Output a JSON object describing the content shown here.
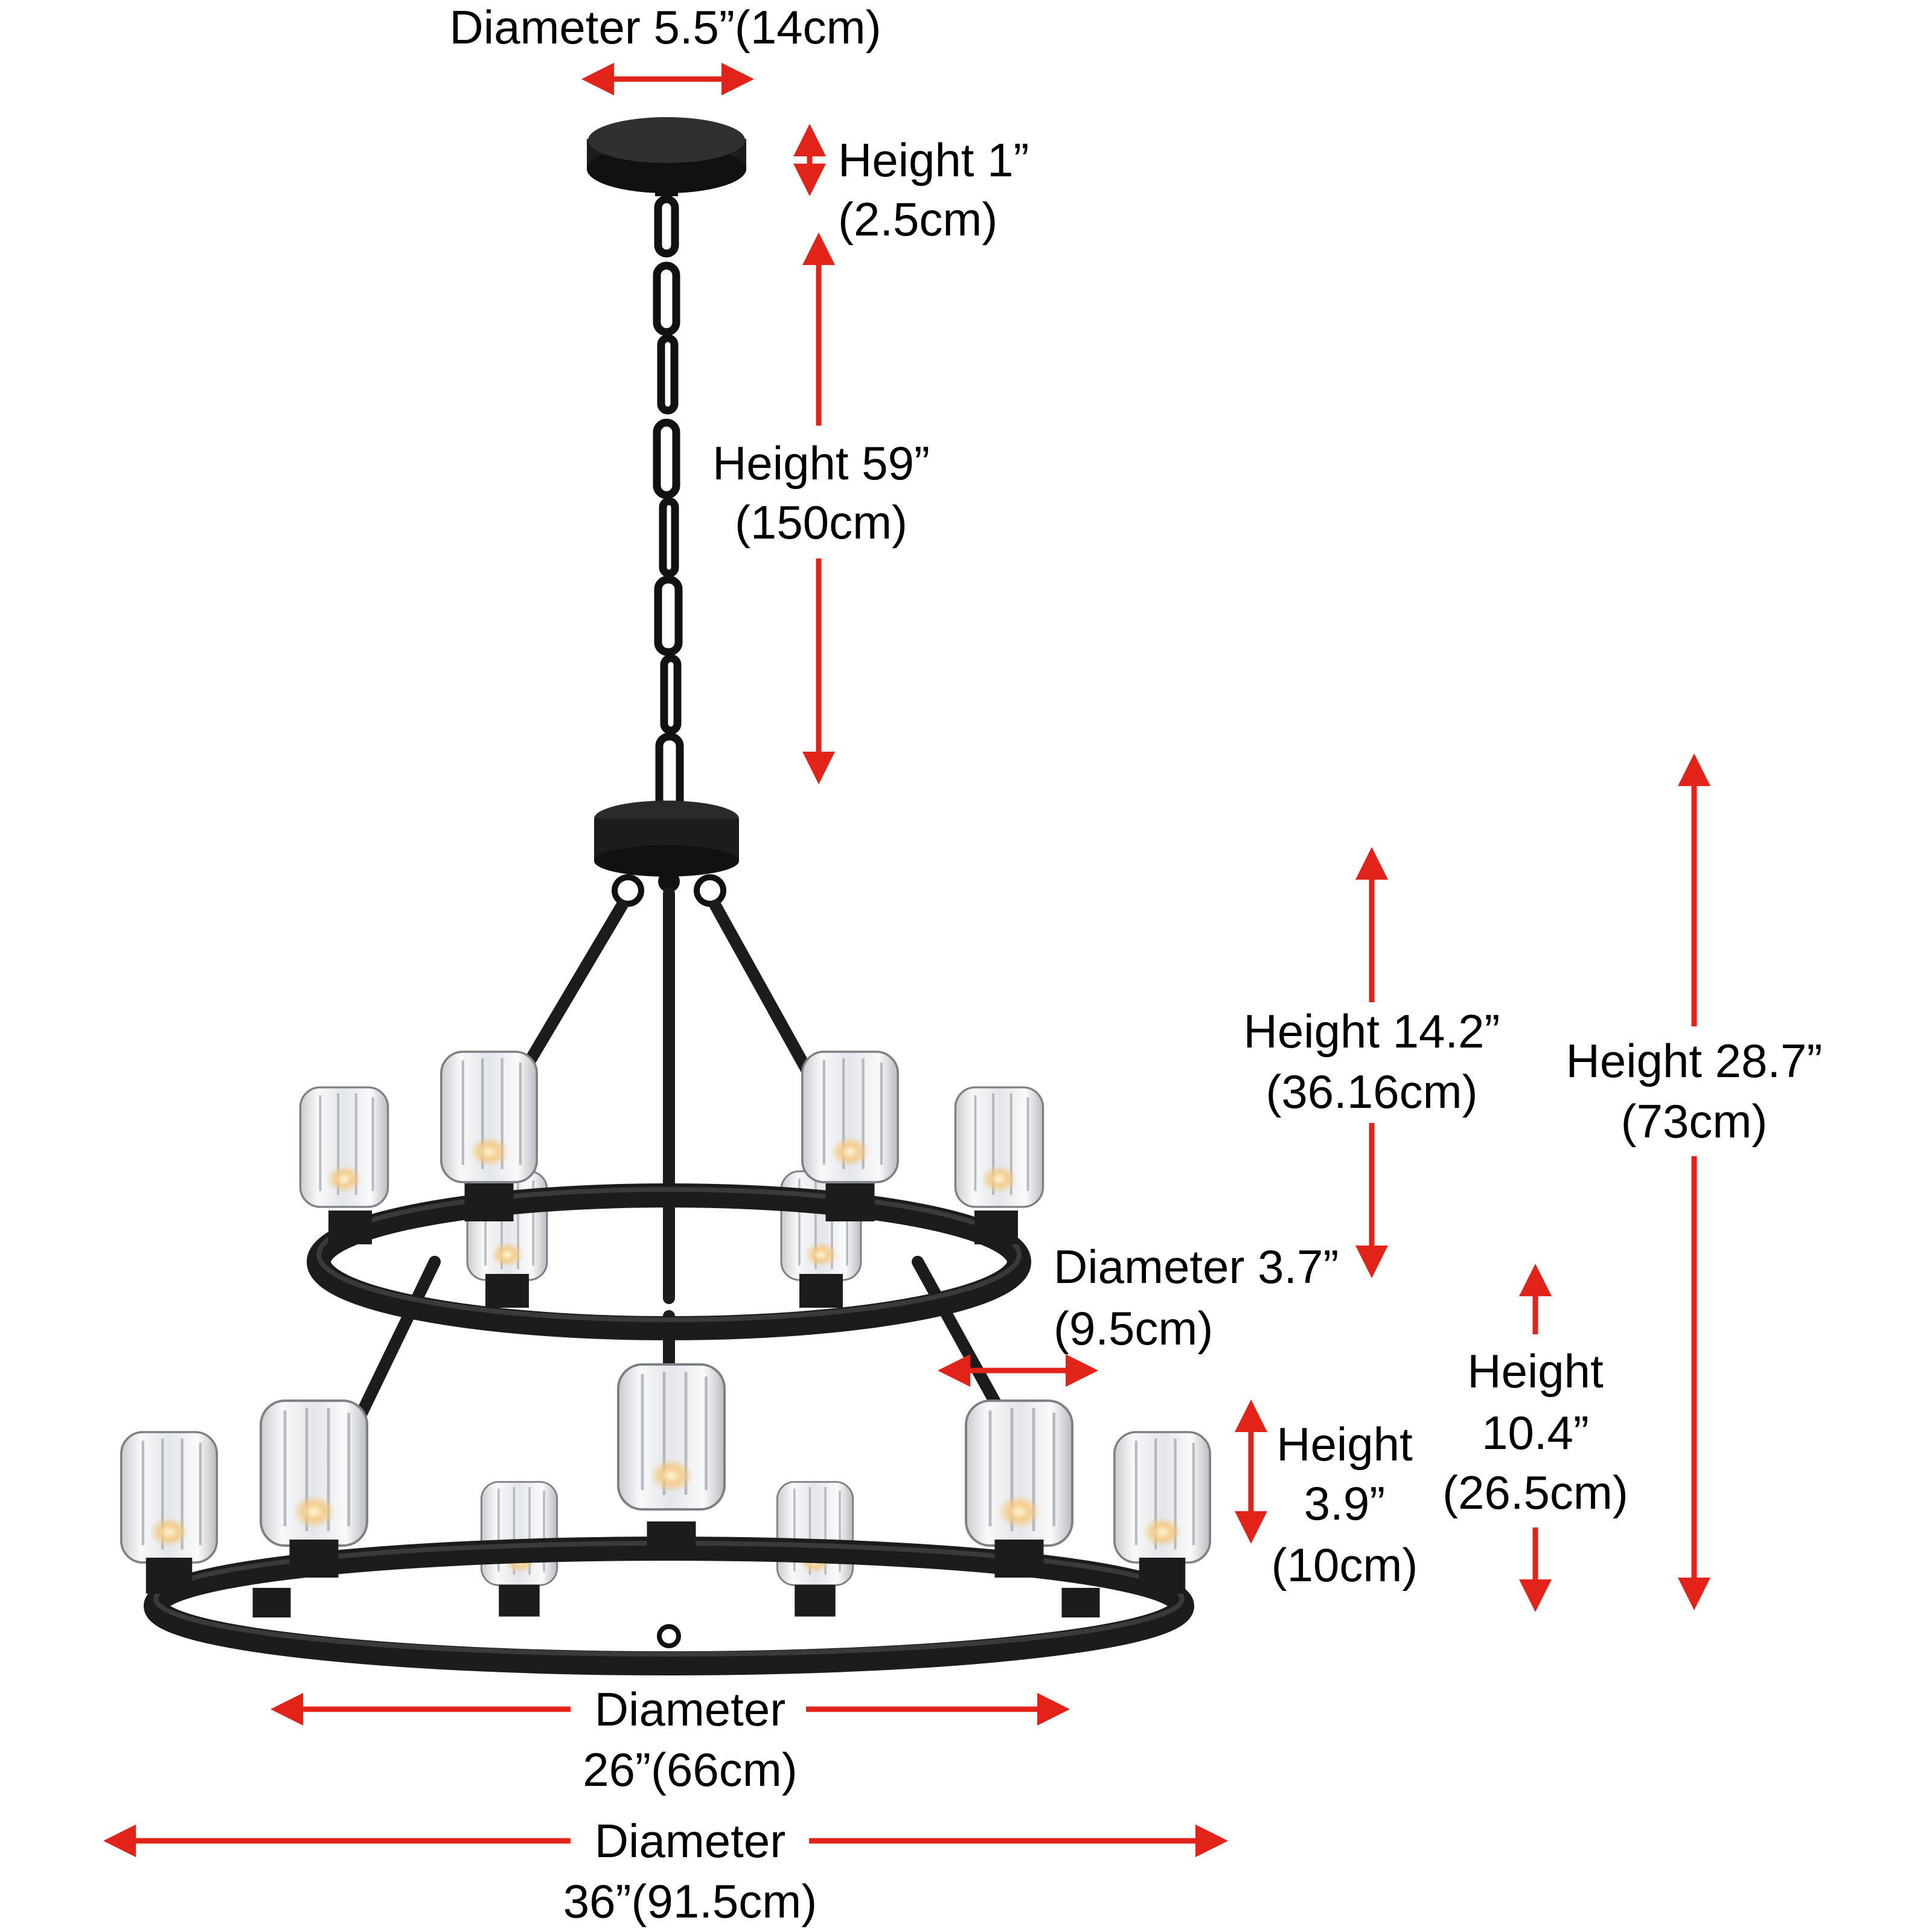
{
  "colors": {
    "arrow": "#e2231a",
    "metal": "#1c1c1c",
    "glass_edge": "#9aa0a6",
    "background": "#ffffff",
    "text": "#000000"
  },
  "subject": {
    "name": "chandelier",
    "tiers": 2,
    "lights_upper_tier": 6,
    "lights_lower_tier": 9
  },
  "dimensions": {
    "canopy_diameter": {
      "label": "Diameter 5.5”(14cm)"
    },
    "canopy_height": {
      "line1": "Height 1”",
      "line2": "(2.5cm)"
    },
    "chain_height": {
      "line1": "Height 59”",
      "line2": "(150cm)"
    },
    "upper_height": {
      "line1": "Height 14.2”",
      "line2": "(36.16cm)"
    },
    "total_height": {
      "line1": "Height 28.7”",
      "line2": "(73cm)"
    },
    "shade_diameter": {
      "line1": "Diameter 3.7”",
      "line2": "(9.5cm)"
    },
    "lower_height": {
      "line1": "Height",
      "line2": "10.4”",
      "line3": "(26.5cm)"
    },
    "shade_height": {
      "line1": "Height",
      "line2": "3.9”",
      "line3": "(10cm)"
    },
    "upper_ring_diameter": {
      "line1": "Diameter",
      "line2": "26”(66cm)"
    },
    "lower_ring_diameter": {
      "line1": "Diameter",
      "line2": "36”(91.5cm)"
    }
  }
}
